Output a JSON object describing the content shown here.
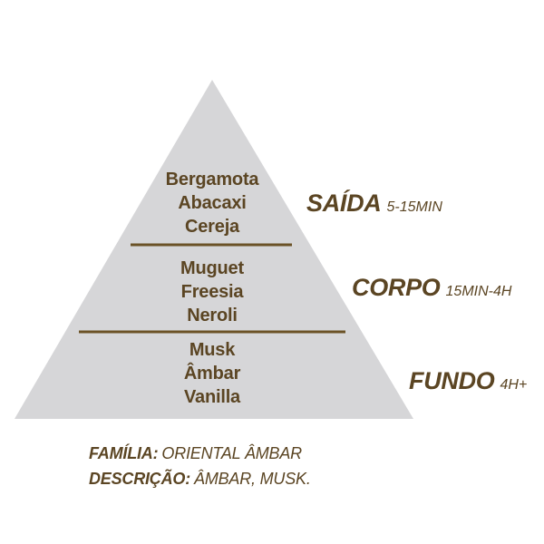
{
  "pyramid": {
    "colors": {
      "fill": "#d6d6d8",
      "divider": "#6b5226",
      "text": "#5b4523"
    },
    "layers": [
      {
        "name": "SAÍDA",
        "time": "5-15MIN",
        "notes": [
          "Bergamota",
          "Abacaxi",
          "Cereja"
        ]
      },
      {
        "name": "CORPO",
        "time": "15MIN-4H",
        "notes": [
          "Muguet",
          "Freesia",
          "Neroli"
        ]
      },
      {
        "name": "FUNDO",
        "time": "4H+",
        "notes": [
          "Musk",
          "Âmbar",
          "Vanilla"
        ]
      }
    ]
  },
  "footer": {
    "family_label": "FAMÍLIA:",
    "family_value": "ORIENTAL ÂMBAR",
    "description_label": "DESCRIÇÃO:",
    "description_value": "ÂMBAR, MUSK."
  }
}
